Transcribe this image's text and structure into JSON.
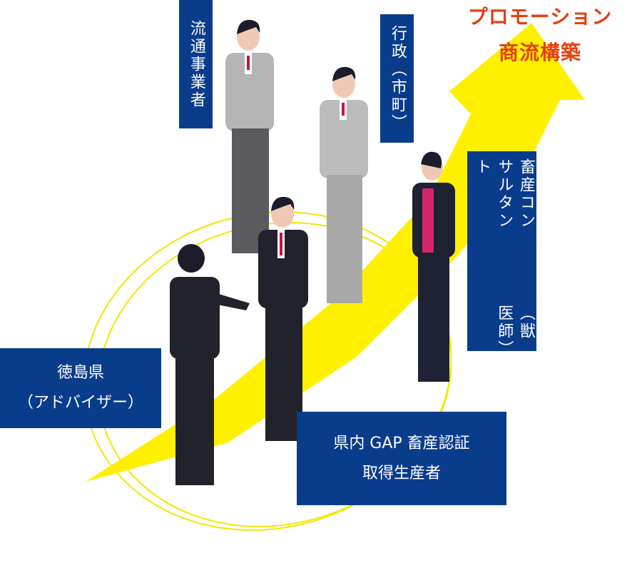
{
  "goal": {
    "line1": "プロモーション",
    "line2": "商流構築",
    "color": "#e2410f"
  },
  "arrow_color": "#fff000",
  "box_color": "#0a3c8c",
  "labels": {
    "distributor": "流通事業者",
    "government": "行政（市町）",
    "consultant": {
      "line1": "畜産コンサルタント",
      "line2": "（獣医師）"
    },
    "prefecture": {
      "line1": "徳島県",
      "line2": "（アドバイザー）"
    },
    "producer": {
      "line1": "県内 GAP 畜産認証",
      "line2": "取得生産者"
    }
  }
}
